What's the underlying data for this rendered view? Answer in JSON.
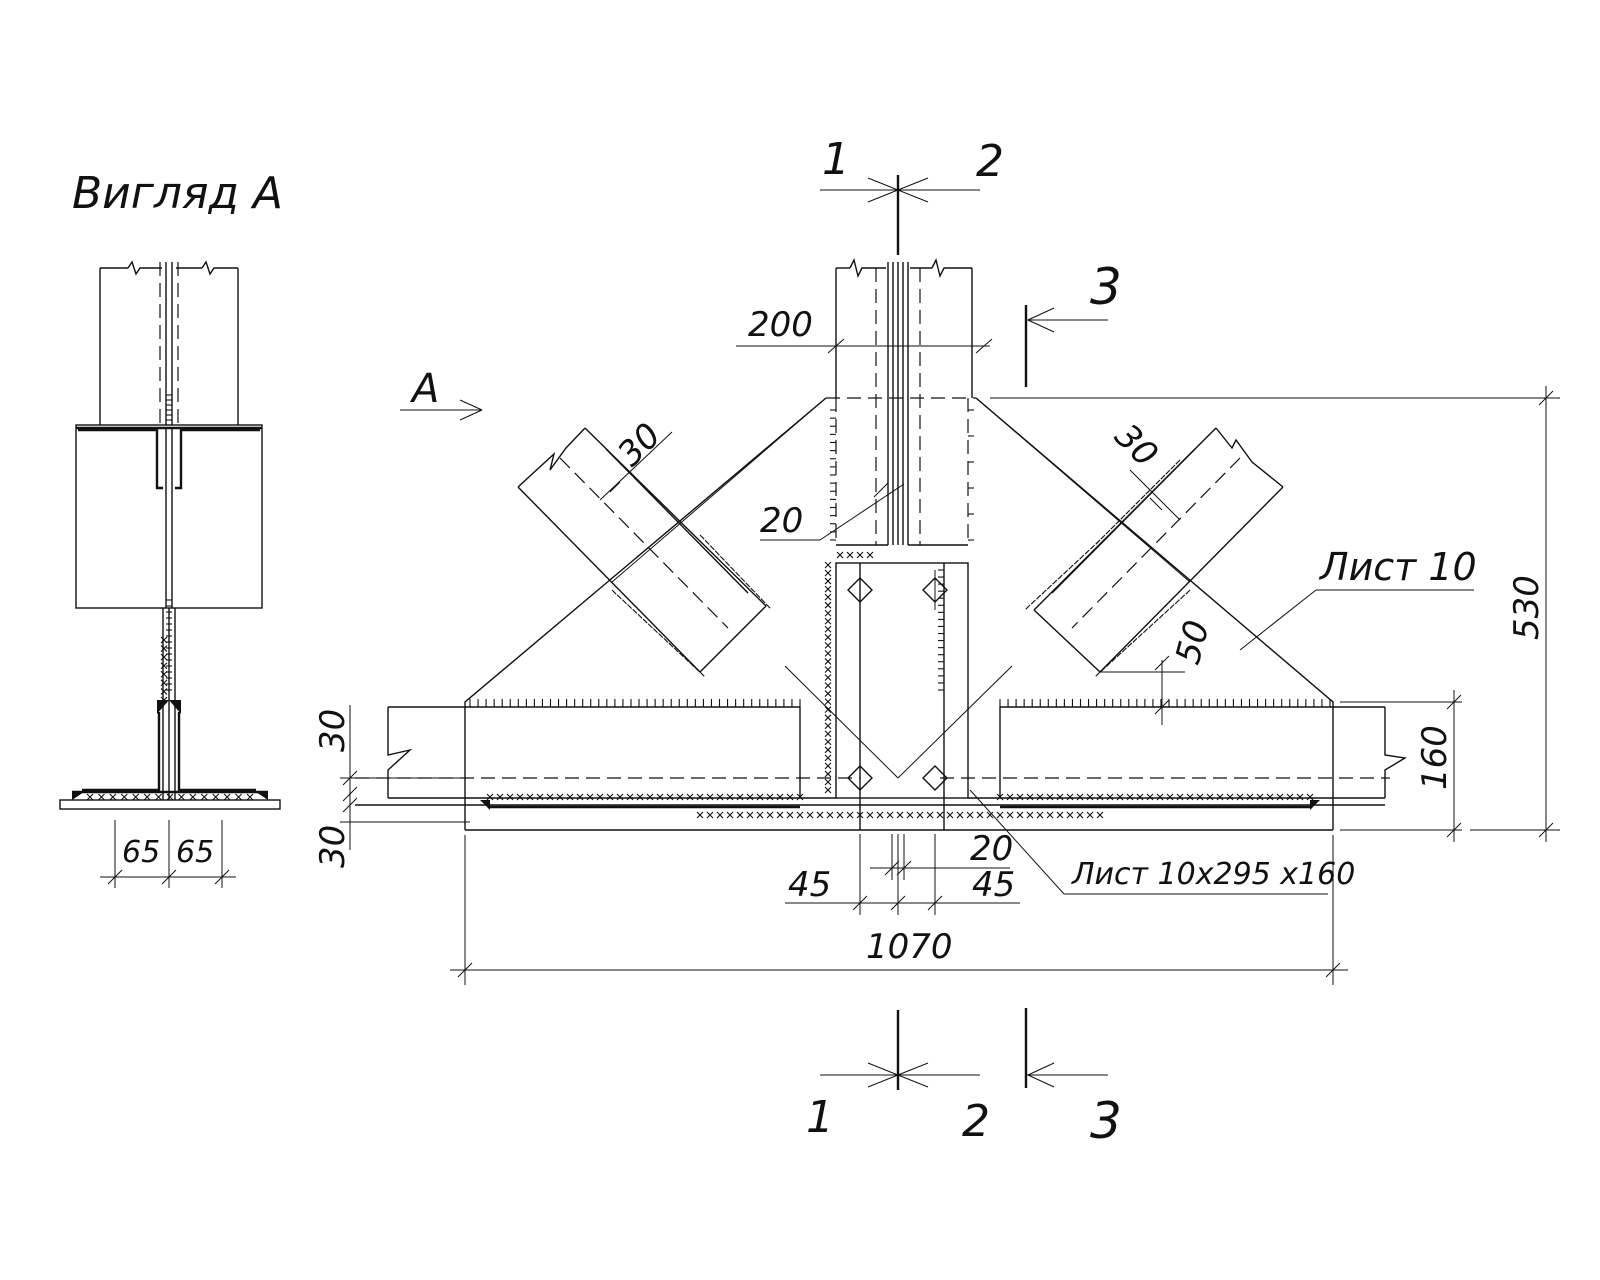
{
  "view": {
    "title": "Вигляд А"
  },
  "sections": {
    "s1_top": "1",
    "s2_top": "2",
    "s3_top": "3",
    "s1_bottom": "1",
    "s2_bottom": "2",
    "s3_bottom": "3",
    "arrow_a": "А"
  },
  "dimensions": {
    "d200": "200",
    "d20_web": "20",
    "d30_left_diag": "30",
    "d30_right_diag": "30",
    "d50": "50",
    "d30_left_upper": "30",
    "d30_left_lower": "30",
    "d160": "160",
    "d530": "530",
    "d20_bottom": "20",
    "d45_left": "45",
    "d45_right": "45",
    "d1070": "1070",
    "d65_left": "65",
    "d65_right": "65"
  },
  "labels": {
    "sheet10": "Лист 10",
    "sheet_plate": "Лист 10x295 x160"
  }
}
